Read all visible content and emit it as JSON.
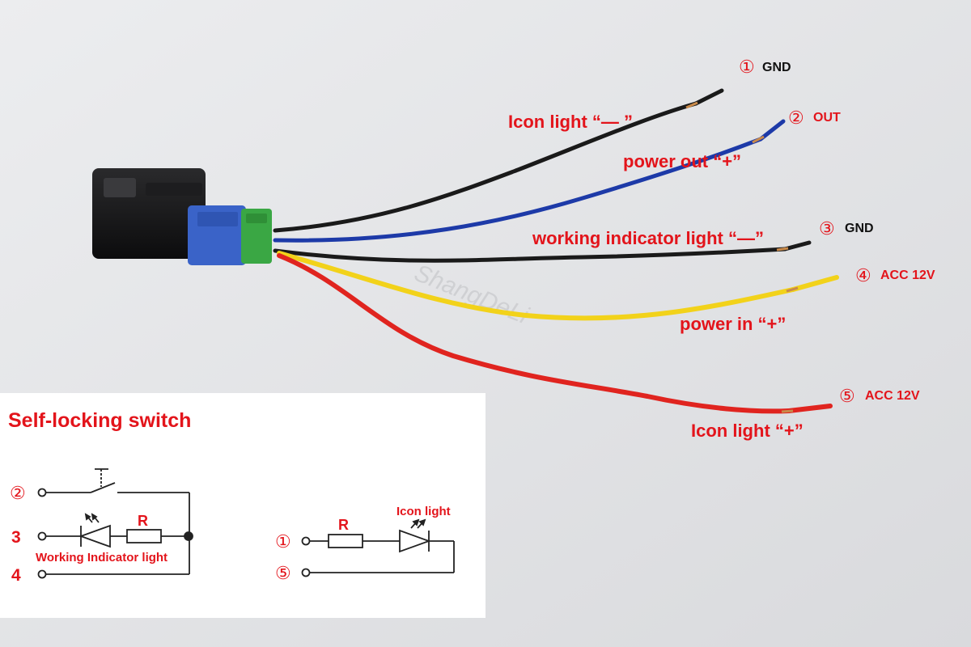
{
  "colors": {
    "label_red": "#e3141b",
    "pin_black": "#111111",
    "wire_black": "#1a1a1a",
    "wire_blue": "#1d3aa8",
    "wire_yellow": "#f2d21a",
    "wire_red": "#e0241f",
    "connector_blue": "#3a63c8",
    "connector_green": "#3aa744"
  },
  "watermark": "ShangDeLi",
  "pins": [
    {
      "num": "①",
      "name": "GND",
      "function": "Icon light  “— ”",
      "wire": "black"
    },
    {
      "num": "②",
      "name": "OUT",
      "function": "power out  “+”",
      "wire": "blue"
    },
    {
      "num": "③",
      "name": "GND",
      "function": "working indicator light  “—”",
      "wire": "black"
    },
    {
      "num": "④",
      "name": "ACC 12V",
      "function": "power in  “+”",
      "wire": "yellow"
    },
    {
      "num": "⑤",
      "name": "ACC 12V",
      "function": "Icon light  “+”",
      "wire": "red"
    }
  ],
  "schematic": {
    "title": "Self-locking switch",
    "left": {
      "terminals": [
        "②",
        "3",
        "4"
      ],
      "resistor": "R",
      "led_caption": "Working Indicator light"
    },
    "right": {
      "terminals": [
        "①",
        "⑤"
      ],
      "resistor": "R",
      "led_caption": "Icon light"
    }
  }
}
